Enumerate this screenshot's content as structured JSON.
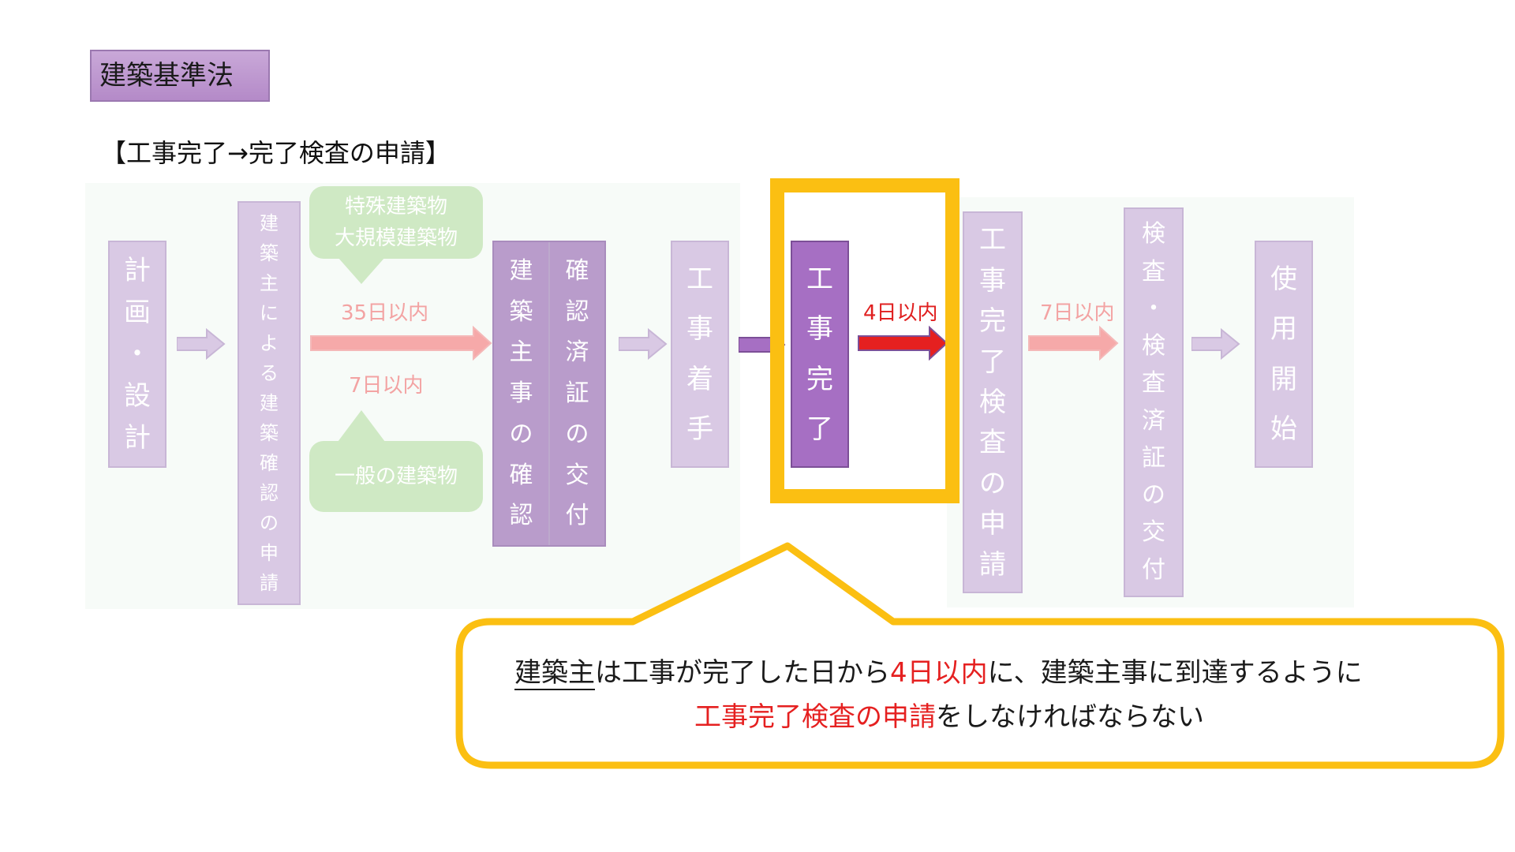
{
  "header": {
    "law_name": "建築基準法",
    "section_title": "【工事完了→完了検査の申請】"
  },
  "flow": {
    "plan_design": [
      "計",
      "画",
      "・",
      "設",
      "計"
    ],
    "owner_application": [
      "建",
      "築",
      "主",
      "に",
      "よ",
      "る",
      "建",
      "築",
      "確",
      "認",
      "の",
      "申",
      "請"
    ],
    "special_buildings": [
      "特殊建築物",
      "大規模建築物"
    ],
    "deadline_special": "35日以内",
    "deadline_general": "7日以内",
    "general_buildings": "一般の建築物",
    "confirmation_col1": [
      "建",
      "築",
      "主",
      "事",
      "の",
      "確",
      "認"
    ],
    "confirmation_col2": [
      "確",
      "認",
      "済",
      "証",
      "の",
      "交",
      "付"
    ],
    "construction_start": [
      "工",
      "事",
      "着",
      "手"
    ],
    "construction_complete": [
      "工",
      "事",
      "完",
      "了"
    ],
    "deadline_completion": "4日以内",
    "completion_application": [
      "工",
      "事",
      "完",
      "了",
      "検",
      "査",
      "の",
      "申",
      "請"
    ],
    "deadline_inspection": "7日以内",
    "inspection_certificate": [
      "検",
      "査",
      "・",
      "検",
      "査",
      "済",
      "証",
      "の",
      "交",
      "付"
    ],
    "start_use": [
      "使",
      "用",
      "開",
      "始"
    ]
  },
  "callout": {
    "line1_a": "建築主",
    "line1_b": "は工事が完了した日から",
    "line1_c": "4日以内",
    "line1_d": "に、建築主事に到達するように",
    "line2_a": "工事完了検査の申請",
    "line2_b": "をしなければならない"
  },
  "colors": {
    "highlight": "#fbbf12",
    "active_step": "#a66fc3",
    "red_arrow": "#e52020",
    "faded_arrow": "#f6a9a9"
  }
}
